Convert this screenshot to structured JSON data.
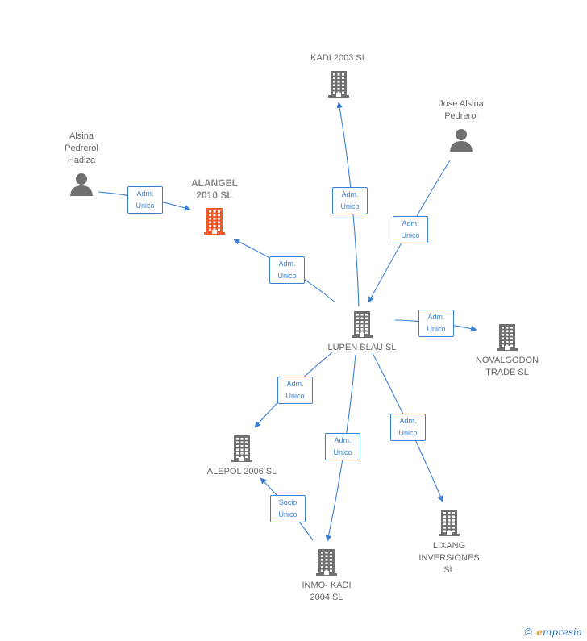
{
  "colors": {
    "edge": "#3b7fd4",
    "node": "#707070",
    "focus": "#f0582b"
  },
  "nodes": [
    {
      "id": "lupen",
      "type": "building",
      "label": "LUPEN BLAU  SL"
    },
    {
      "id": "alangel",
      "type": "building",
      "label": "ALANGEL\n2010 SL",
      "focus": true
    },
    {
      "id": "kadi2003",
      "type": "building",
      "label": "KADI 2003 SL"
    },
    {
      "id": "novalgodon",
      "type": "building",
      "label": "NOVALGODON\nTRADE  SL"
    },
    {
      "id": "alepol",
      "type": "building",
      "label": "ALEPOL 2006 SL"
    },
    {
      "id": "inmokadi",
      "type": "building",
      "label": "INMO- KADI\n2004 SL"
    },
    {
      "id": "lixang",
      "type": "building",
      "label": "LIXANG\nINVERSIONES\nSL"
    },
    {
      "id": "alsina",
      "type": "person",
      "label": "Alsina\nPedrerol\nHadiza"
    },
    {
      "id": "jose",
      "type": "person",
      "label": "Jose Alsina\nPedrerol"
    }
  ],
  "edges": [
    {
      "from": "alsina",
      "to": "alangel",
      "label": "Adm.\nUnico"
    },
    {
      "from": "lupen",
      "to": "alangel",
      "label": "Adm.\nUnico"
    },
    {
      "from": "lupen",
      "to": "kadi2003",
      "label": "Adm.\nUnico"
    },
    {
      "from": "jose",
      "to": "lupen",
      "label": "Adm.\nUnico"
    },
    {
      "from": "lupen",
      "to": "novalgodon",
      "label": "Adm.\nUnico"
    },
    {
      "from": "lupen",
      "to": "alepol",
      "label": "Adm.\nUnico"
    },
    {
      "from": "lupen",
      "to": "inmokadi",
      "label": "Adm.\nUnico"
    },
    {
      "from": "lupen",
      "to": "lixang",
      "label": "Adm.\nUnico"
    },
    {
      "from": "inmokadi",
      "to": "alepol",
      "label": "Socio\nÚnico"
    }
  ],
  "footer": {
    "copyright": "©",
    "brand_initial": "e",
    "brand_rest": "mpresia"
  }
}
